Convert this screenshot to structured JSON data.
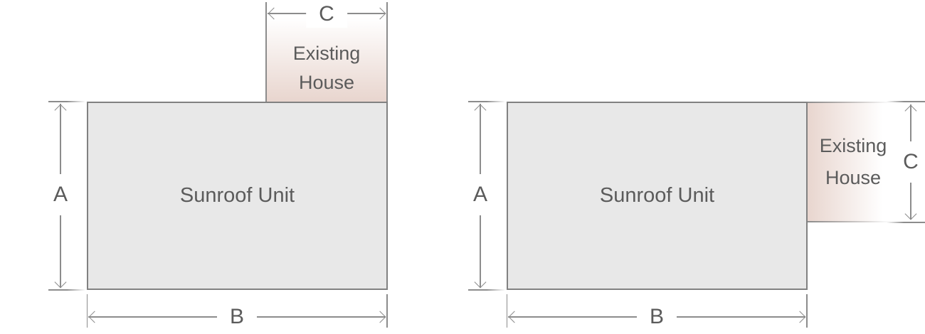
{
  "figure": {
    "left": {
      "sunroof_label": "Sunroof Unit",
      "house_lines": [
        "Existing",
        "House"
      ],
      "dim_a_label": "A",
      "dim_b_label": "B",
      "dim_c_label": "C"
    },
    "right": {
      "sunroof_label": "Sunroof Unit",
      "house_lines": [
        "Existing",
        "House"
      ],
      "dim_a_label": "A",
      "dim_b_label": "B",
      "dim_c_label": "C"
    }
  },
  "colors": {
    "dimension_line": "#8c8c8c",
    "box_border": "#818181",
    "box_fill": "#e8e8e8",
    "house_pink": "#e8d5ce",
    "label_text": "#5b5b5b",
    "background": "#ffffff"
  }
}
